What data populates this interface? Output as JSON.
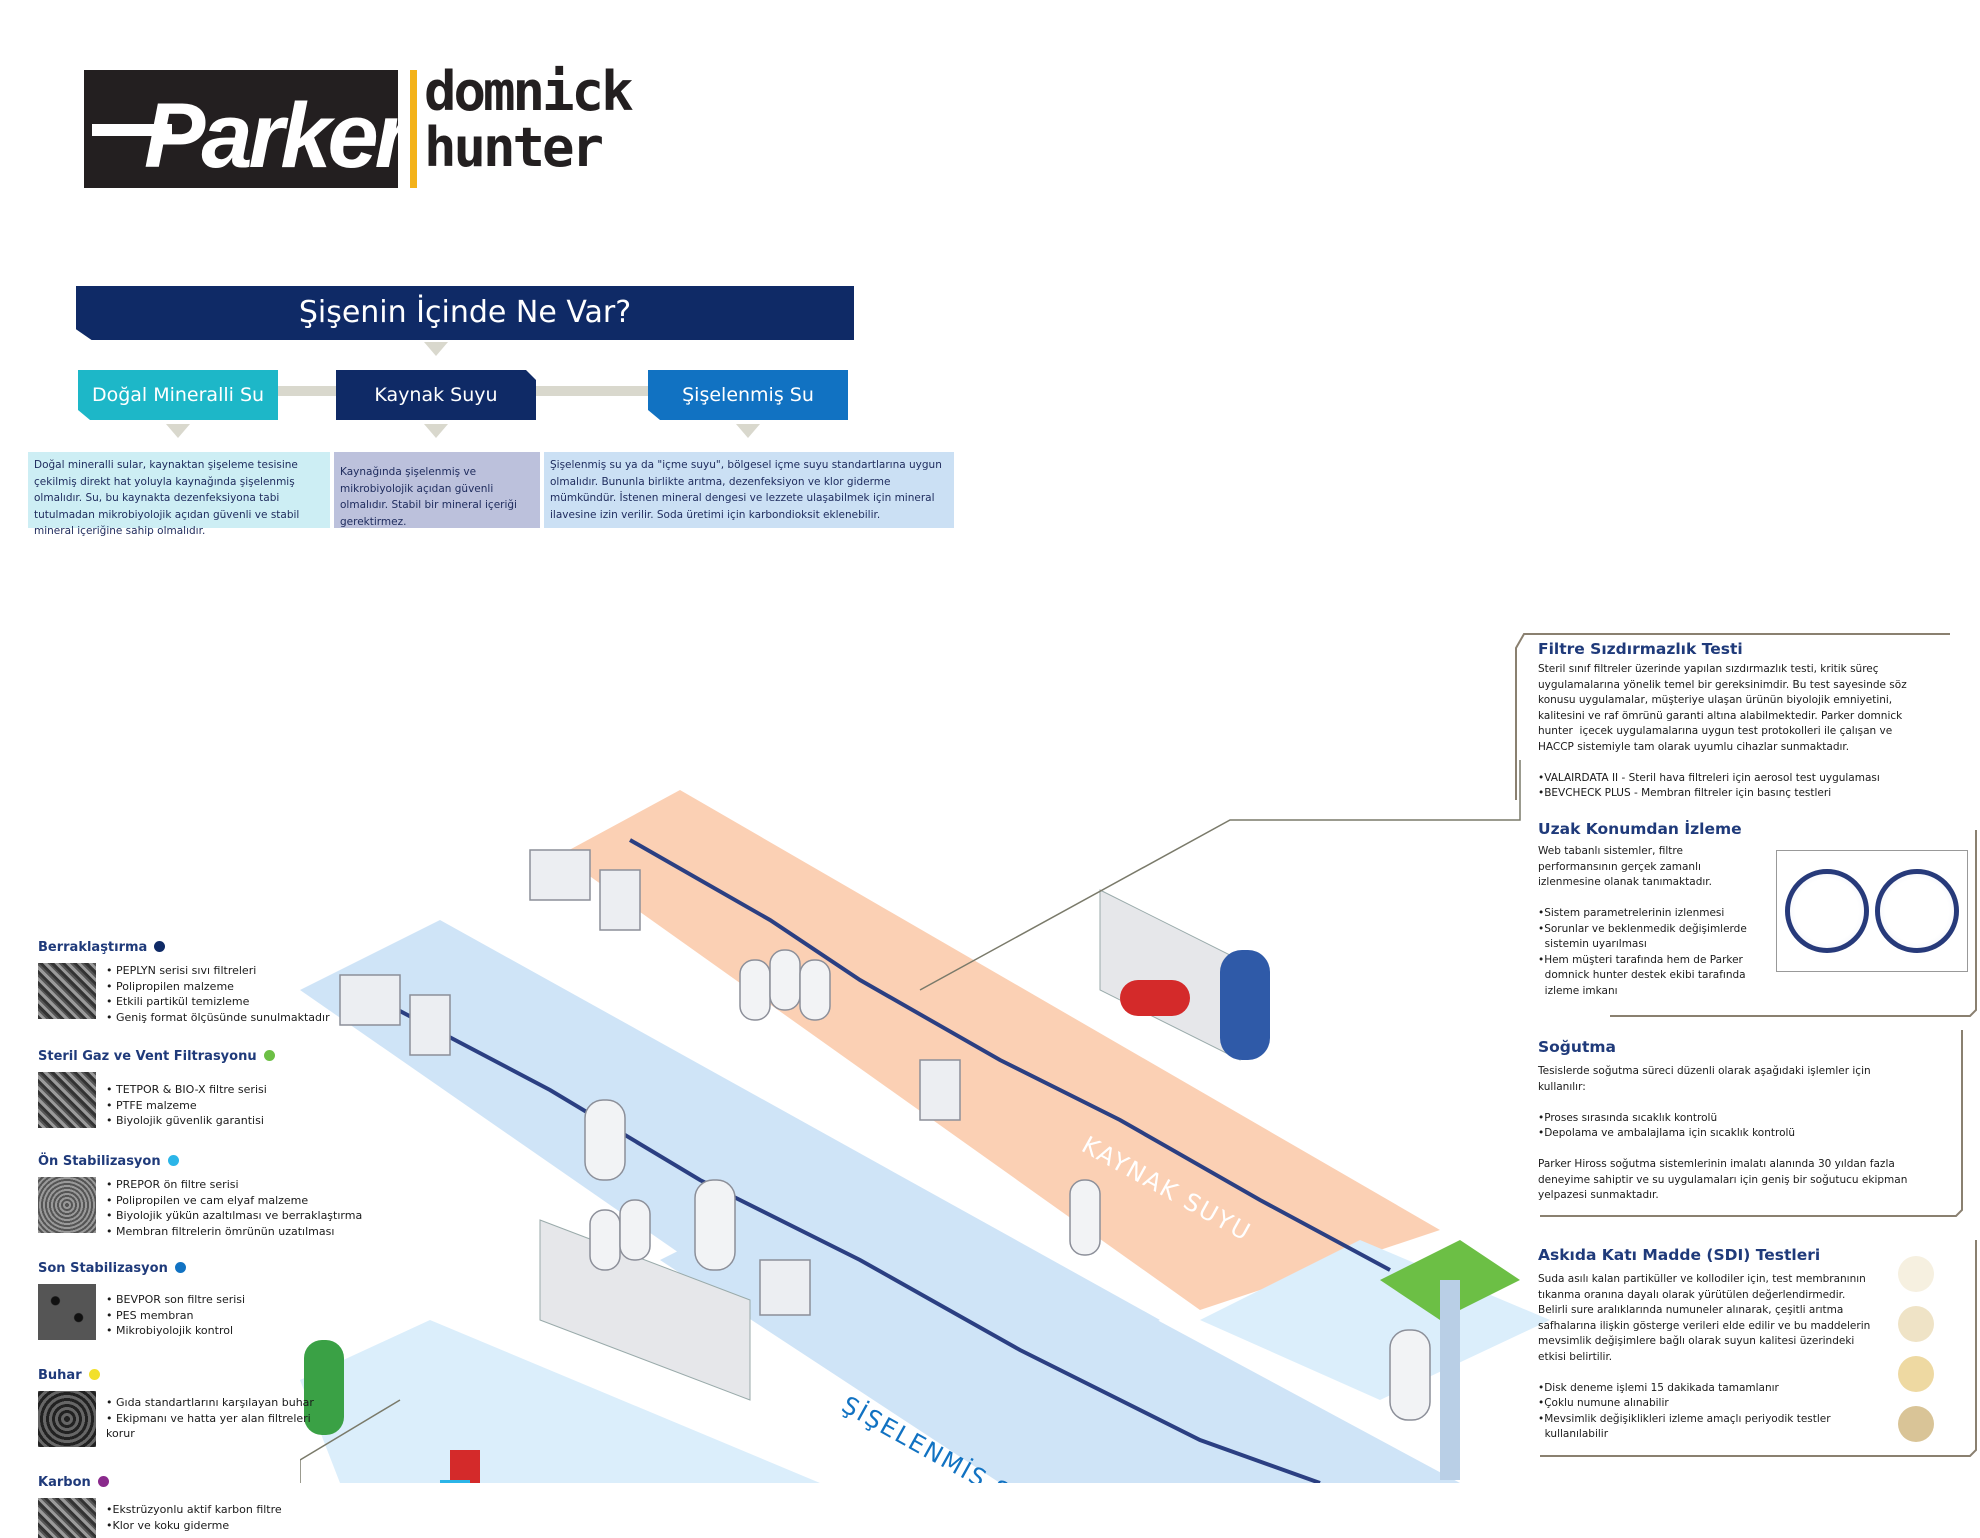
{
  "logo": {
    "brand": "Parker",
    "line1": "domnick",
    "line2": "hunter"
  },
  "flow": {
    "title": "Şişenin İçinde Ne Var?",
    "boxes": [
      {
        "label": "Doğal Mineralli Su",
        "color": "#1db7c8",
        "desc": "Doğal mineralli sular,  kaynaktan şişeleme tesisine çekilmiş direkt hat yoluyla kaynağında şişelenmiş olmalıdır. Su, bu kaynakta dezenfeksiyona tabi tutulmadan mikrobiyolojik açıdan güvenli ve stabil mineral içeriğine sahip olmalıdır."
      },
      {
        "label": "Kaynak Suyu",
        "color": "#0f2a66",
        "desc": "Kaynağında şişelenmiş ve mikrobiyolojik açıdan güvenli olmalıdır. Stabil bir mineral içeriği gerektirmez."
      },
      {
        "label": "Şişelenmiş Su",
        "color": "#1172c2",
        "desc": "Şişelenmiş su ya da \"içme suyu\", bölgesel içme suyu standartlarına uygun olmalıdır. Bununla birlikte arıtma, dezenfeksiyon ve klor giderme mümkündür. İstenen mineral dengesi ve lezzete ulaşabilmek için mineral ilavesine izin verilir. Soda üretimi için karbondioksit eklenebilir."
      }
    ]
  },
  "diagram": {
    "band1": "KAYNAK SUYU",
    "band2": "ŞİŞELENMİŞ SU"
  },
  "sections": [
    {
      "title": "Berraklaştırma",
      "dot": "#0f2a66",
      "items": [
        "• PEPLYN serisi sıvı filtreleri",
        "• Polipropilen malzeme",
        "• Etkili partikül temizleme",
        "• Geniş format ölçüsünde sunulmaktadır"
      ]
    },
    {
      "title": "Steril Gaz ve Vent Filtrasyonu",
      "dot": "#6cbf45",
      "items": [
        "• TETPOR & BIO-X filtre serisi",
        "• PTFE malzeme",
        "• Biyolojik güvenlik garantisi"
      ]
    },
    {
      "title": "Ön Stabilizasyon",
      "dot": "#2bb5e8",
      "items": [
        "• PREPOR ön filtre serisi",
        "• Polipropilen ve cam elyaf malzeme",
        "• Biyolojik yükün azaltılması ve berraklaştırma",
        "• Membran filtrelerin ömrünün uzatılması"
      ]
    },
    {
      "title": "Son Stabilizasyon",
      "dot": "#1172c2",
      "items": [
        "• BEVPOR son filtre serisi",
        "• PES membran",
        "• Mikrobiyolojik kontrol"
      ]
    },
    {
      "title": "Buhar",
      "dot": "#f2e02a",
      "items": [
        "• Gıda standartlarını karşılayan buhar",
        "• Ekipmanı ve hatta yer alan filtreleri",
        "  korur"
      ]
    },
    {
      "title": "Karbon",
      "dot": "#8a2a8c",
      "items": [
        "•Ekstrüzyonlu aktif karbon filtre",
        "•Klor ve koku giderme"
      ]
    }
  ],
  "right": {
    "test": {
      "title": "Filtre Sızdırmazlık Testi",
      "lines": [
        "Steril sınıf filtreler üzerinde yapılan sızdırmazlık testi, kritik süreç",
        "uygulamalarına yönelik temel bir gereksinimdir. Bu test sayesinde söz",
        "konusu uygulamalar, müşteriye ulaşan ürünün biyolojik emniyetini,",
        "kalitesini ve raf ömrünü garanti altına alabilmektedir. Parker domnick",
        "hunter  içecek uygulamalarına uygun test protokolleri ile çalışan ve",
        "HACCP sistemiyle tam olarak uyumlu cihazlar sunmaktadır.",
        "",
        "•VALAIRDATA II - Steril hava filtreleri için aerosol test uygulaması",
        "•BEVCHECK PLUS - Membran filtreler için basınç testleri"
      ]
    },
    "remote": {
      "title": "Uzak Konumdan İzleme",
      "lines": [
        "Web tabanlı sistemler, filtre",
        "performansının gerçek zamanlı",
        "izlenmesine olanak tanımaktadır.",
        "",
        "•Sistem parametrelerinin izlenmesi",
        "•Sorunlar ve beklenmedik değişimlerde",
        "  sistemin uyarılması",
        "•Hem müşteri tarafında hem de Parker",
        "  domnick hunter destek ekibi tarafında",
        "  izleme imkanı"
      ]
    },
    "cooling": {
      "title": "Soğutma",
      "lines": [
        "Tesislerde soğutma süreci düzenli olarak aşağıdaki işlemler için",
        "kullanılır:",
        "",
        "•Proses sırasında sıcaklık kontrolü",
        "•Depolama ve ambalajlama için sıcaklık kontrolü",
        "",
        "Parker Hiross soğutma sistemlerinin imalatı alanında 30 yıldan fazla",
        "deneyime sahiptir ve su uygulamaları için geniş bir soğutucu ekipman",
        "yelpazesi sunmaktadır."
      ]
    },
    "sdi": {
      "title": "Askıda Katı Madde (SDI) Testleri",
      "lines": [
        "Suda asılı kalan partiküller ve kollodiler için, test membranının",
        "tıkanma oranına dayalı olarak yürütülen değerlendirmedir.",
        "Belirli sure aralıklarında numuneler alınarak, çeşitli arıtma",
        "safhalarına ilişkin gösterge verileri elde edilir ve bu maddelerin",
        "mevsimlik değişimlere bağlı olarak suyun kalitesi üzerindeki",
        "etkisi belirtilir.",
        "",
        "•Disk deneme işlemi 15 dakikada tamamlanır",
        "•Çoklu numune alınabilir",
        "•Mevsimlik değişiklikleri izleme amaçlı periyodik testler",
        "  kullanılabilir"
      ]
    }
  }
}
